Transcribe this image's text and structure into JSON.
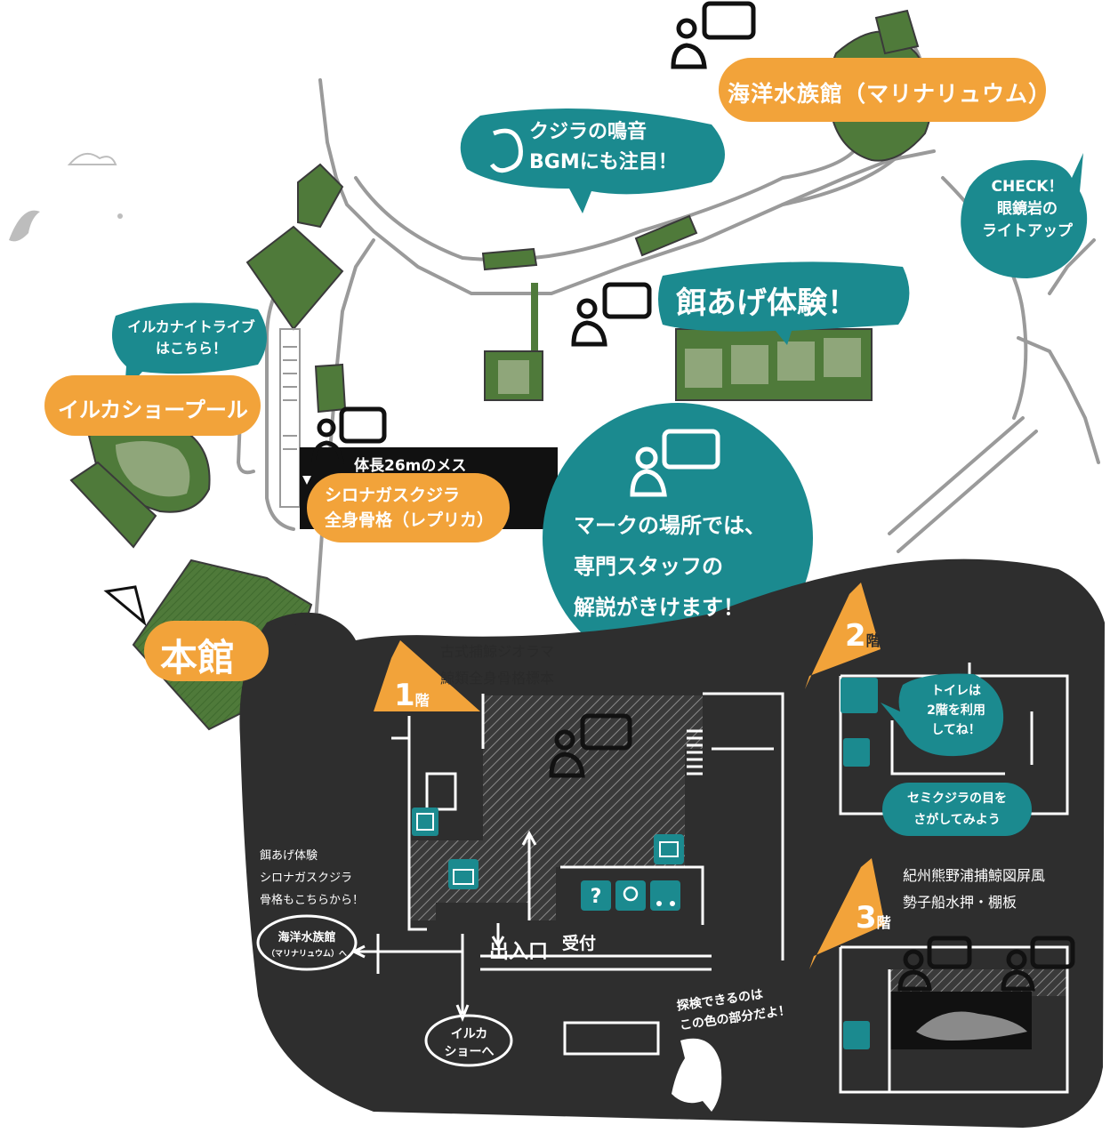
{
  "colors": {
    "teal": "#1b8a8f",
    "orange": "#f2a33a",
    "dark": "#2e2e2e",
    "green": "#4f7a3a",
    "green_light": "#8fa67a",
    "white": "#ffffff"
  },
  "labels": {
    "whale_sound": [
      "クジラの鳴音",
      "BGMにも注目！"
    ],
    "marine_aquarium": "海洋水族館（マリナリュウム）",
    "check": [
      "CHECK！",
      "眼鏡岩の",
      "ライトアップ"
    ],
    "feeding": "餌あげ体験！",
    "dolphin_night": [
      "イルカナイトライブ",
      "はこちら！"
    ],
    "dolphin_pool": "イルカショープール",
    "blue_whale_size": "体長26mのメス",
    "blue_whale": [
      "シロナガスクジラ",
      "全身骨格（レプリカ）"
    ],
    "staff_note": [
      "マークの場所では、",
      "専門スタッフの",
      "解説がきけます！"
    ],
    "main_building": "本館"
  },
  "floor1": {
    "floor": "1",
    "unit": "階",
    "exhibits": [
      "古式捕鯨ジオラマ",
      "鯨類全身骨格標本"
    ],
    "entrance": "出入口",
    "reception": "受付",
    "side_note": [
      "餌あげ体験",
      "シロナガスクジラ",
      "骨格もこちらから！"
    ],
    "to_aquarium": [
      "海洋水族館",
      "（マリナリュウム）へ"
    ],
    "to_show": [
      "イルカ",
      "ショーへ"
    ],
    "explore": [
      "探検できるのは",
      "この色の部分だよ！"
    ],
    "icons": [
      "elevator-icon",
      "gift-shop-icon",
      "locker-icon",
      "info-icon",
      "wheelchair-icon",
      "stroller-icon"
    ]
  },
  "floor2": {
    "floor": "2",
    "unit": "階",
    "toilet_note": [
      "トイレは",
      "2階を利用",
      "してね！"
    ],
    "whale_eye": [
      "セミクジラの目を",
      "さがしてみよう"
    ],
    "icons": [
      "toilet-icon",
      "elevator-icon"
    ]
  },
  "floor3": {
    "floor": "3",
    "unit": "階",
    "exhibits": [
      "紀州熊野浦捕鯨図屏風",
      "勢子船水押・棚板"
    ],
    "icons": [
      "elevator-icon"
    ]
  }
}
